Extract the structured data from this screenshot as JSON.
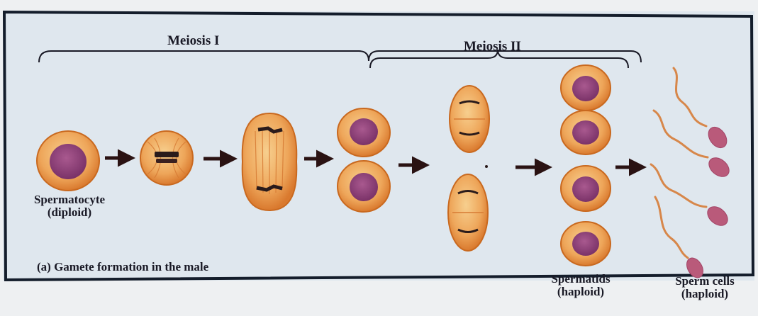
{
  "headings": {
    "meiosis1": "Meiosis I",
    "meiosis2": "Meiosis II"
  },
  "labels": {
    "spermatocyte_line1": "Spermatocyte",
    "spermatocyte_line2": "(diploid)",
    "spermatids_line1": "Spermatids",
    "spermatids_line2": "(haploid)",
    "sperm_line1": "Sperm cells",
    "sperm_line2": "(haploid)"
  },
  "caption": "(a) Gamete formation in the male",
  "colors": {
    "background": "#eef0f2",
    "panel": "#dfe7ee",
    "frame": "#141d2b",
    "cell_outer": "#e08a3c",
    "cell_inner": "#f2b872",
    "nucleus": "#8a3f78",
    "chromosome": "#2a1b1b",
    "arrow": "#2a1212",
    "text": "#1a1a26"
  }
}
